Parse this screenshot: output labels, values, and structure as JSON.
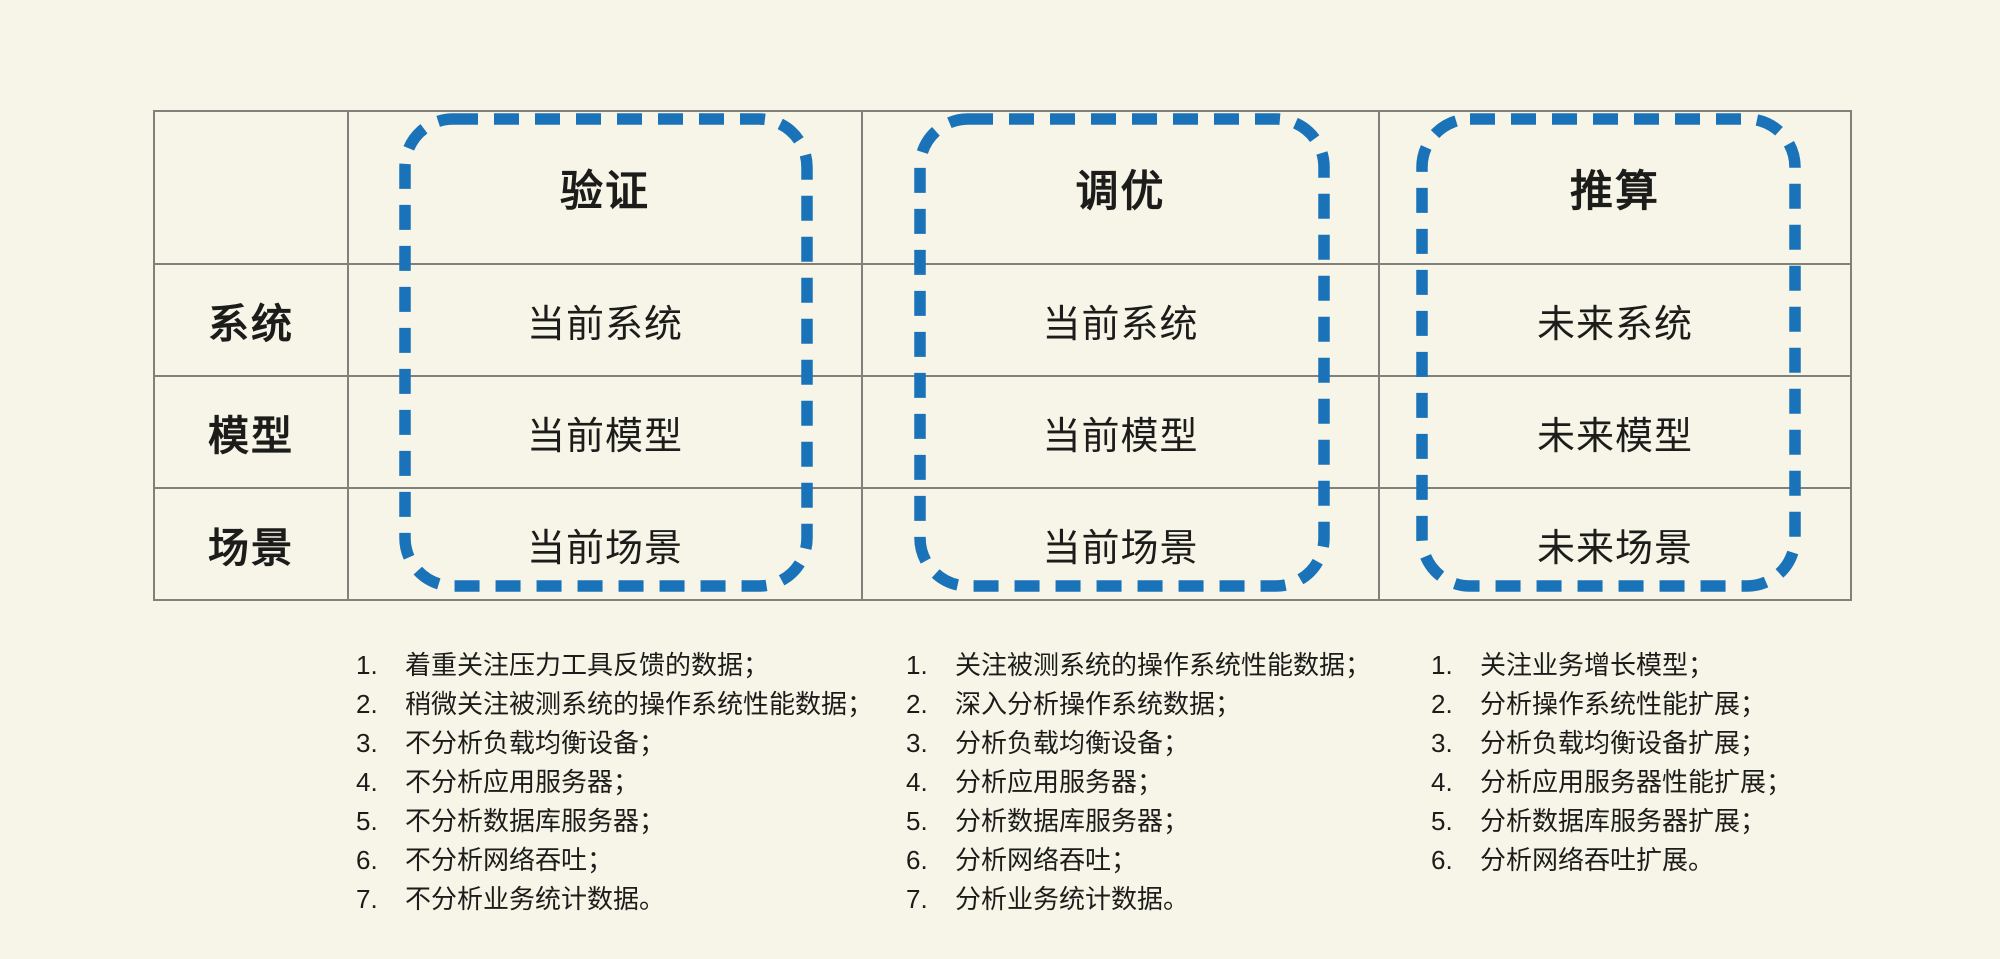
{
  "colors": {
    "background": "#f7f5e8",
    "accent_blue": "#1a73b8",
    "grid_line": "#82807a",
    "text": "#1c1c1a"
  },
  "table": {
    "column_headers": [
      "验证",
      "调优",
      "推算"
    ],
    "rows": [
      {
        "label": "系统",
        "cells": [
          "当前系统",
          "当前系统",
          "未来系统"
        ]
      },
      {
        "label": "模型",
        "cells": [
          "当前模型",
          "当前模型",
          "未来模型"
        ]
      },
      {
        "label": "场景",
        "cells": [
          "当前场景",
          "当前场景",
          "未来场景"
        ]
      }
    ]
  },
  "notes": [
    {
      "items": [
        {
          "num": "1.",
          "text": "着重关注压力工具反馈的数据；"
        },
        {
          "num": "2.",
          "text": "稍微关注被测系统的操作系统性能数据；"
        },
        {
          "num": "3.",
          "text": "不分析负载均衡设备；"
        },
        {
          "num": "4.",
          "text": "不分析应用服务器；"
        },
        {
          "num": "5.",
          "text": "不分析数据库服务器；"
        },
        {
          "num": "6.",
          "text": "不分析网络吞吐；"
        },
        {
          "num": "7.",
          "text": "不分析业务统计数据。"
        }
      ]
    },
    {
      "items": [
        {
          "num": "1.",
          "text": "关注被测系统的操作系统性能数据；"
        },
        {
          "num": "2.",
          "text": "深入分析操作系统数据；"
        },
        {
          "num": "3.",
          "text": "分析负载均衡设备；"
        },
        {
          "num": "4.",
          "text": "分析应用服务器；"
        },
        {
          "num": "5.",
          "text": "分析数据库服务器；"
        },
        {
          "num": "6.",
          "text": "分析网络吞吐；"
        },
        {
          "num": "7.",
          "text": "分析业务统计数据。"
        }
      ]
    },
    {
      "items": [
        {
          "num": "1.",
          "text": "关注业务增长模型；"
        },
        {
          "num": "2.",
          "text": "分析操作系统性能扩展；"
        },
        {
          "num": "3.",
          "text": "分析负载均衡设备扩展；"
        },
        {
          "num": "4.",
          "text": "分析应用服务器性能扩展；"
        },
        {
          "num": "5.",
          "text": "分析数据库服务器扩展；"
        },
        {
          "num": "6.",
          "text": "分析网络吞吐扩展。"
        }
      ]
    }
  ]
}
